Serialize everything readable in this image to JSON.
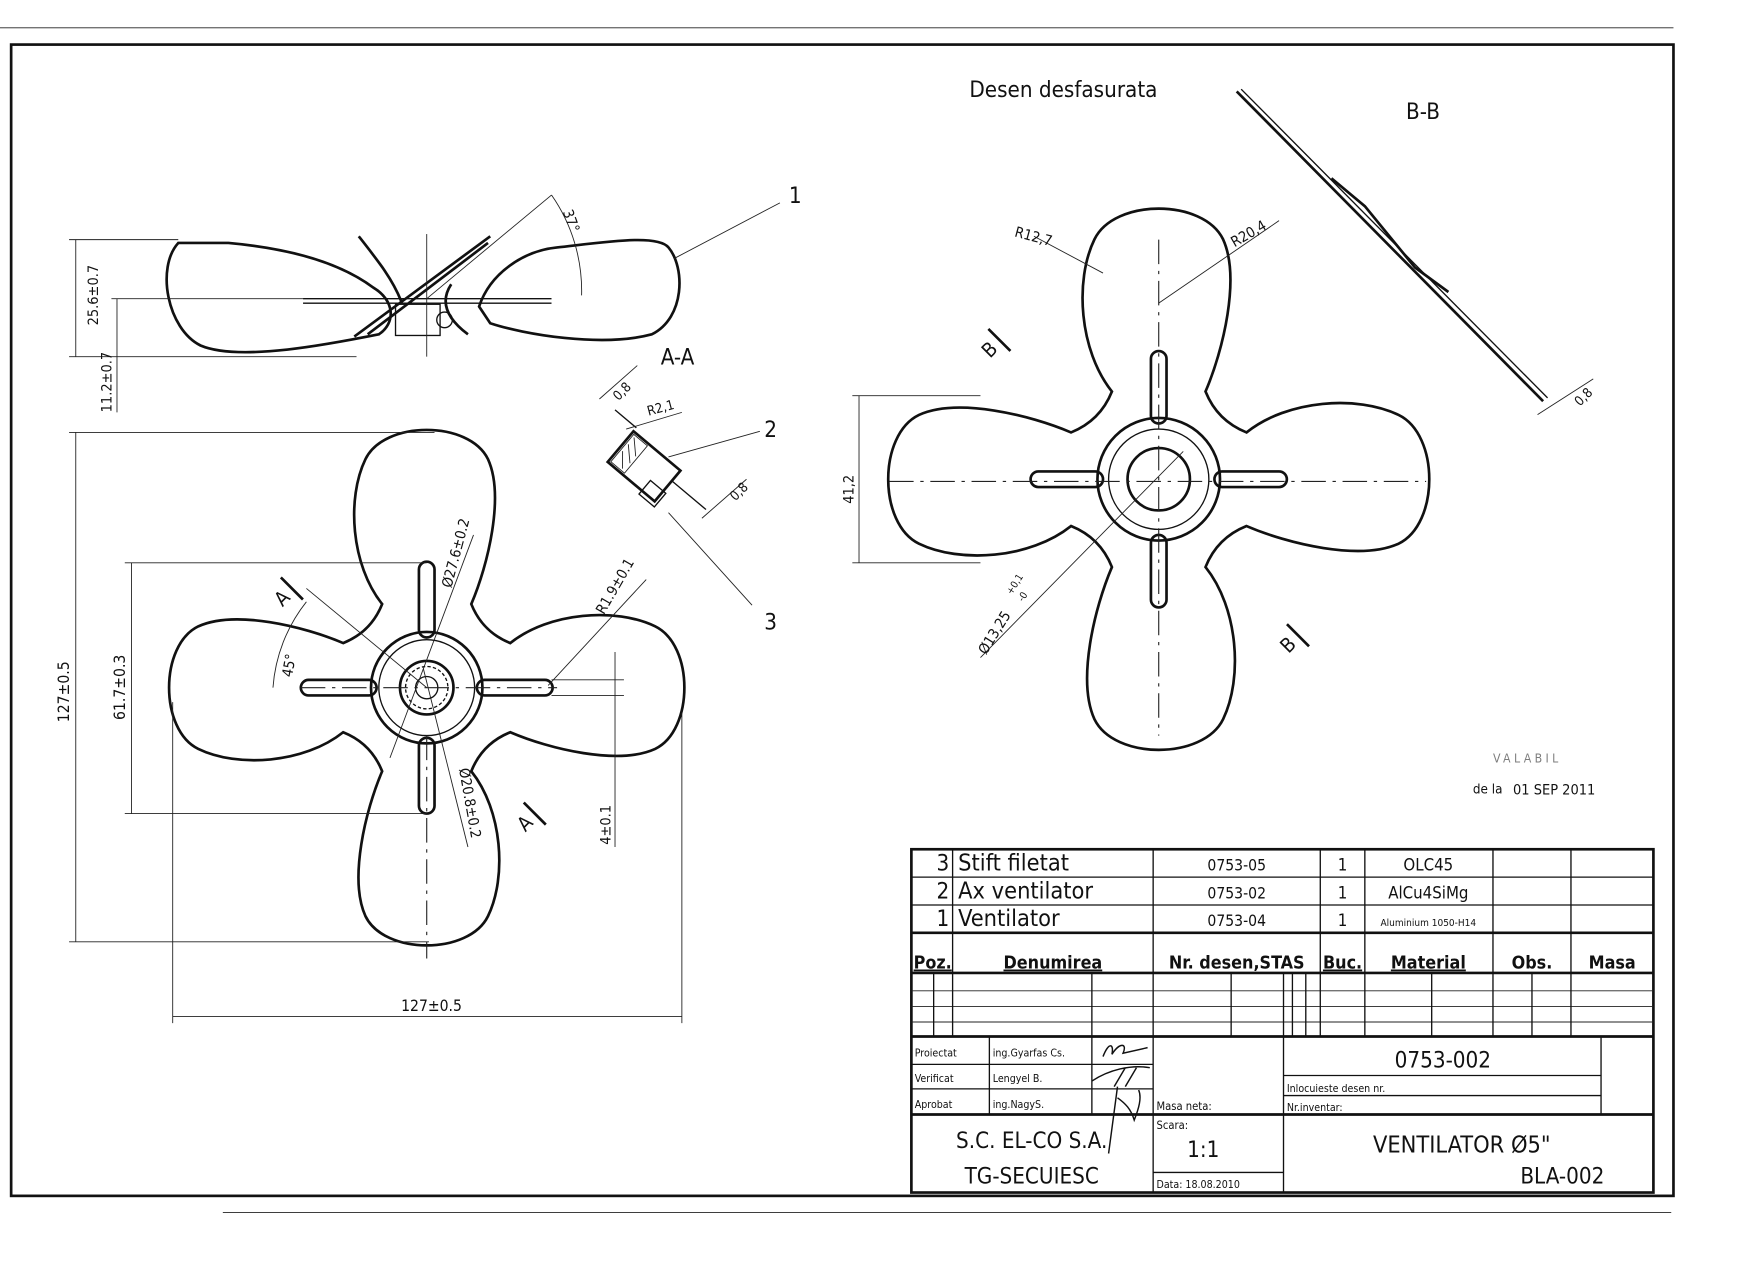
{
  "views": {
    "section_a": "A-A",
    "developed_view": "Desen desfasurata",
    "section_b": "B-B",
    "cut_a": "A",
    "cut_b": "B"
  },
  "callouts": [
    "1",
    "2",
    "3"
  ],
  "dimensions": {
    "height_total": "25.6±0.7",
    "hub_height": "11.2±0.7",
    "blade_angle": "37°",
    "thickness_1": "0,8",
    "radius_detail": "R2,1",
    "thickness_2": "0,8",
    "overall_height": "127±0.5",
    "spoke_span": "61.7±0.3",
    "overall_width": "127±0.5",
    "cut_angle": "45°",
    "ring_diameter": "Ø27.6±0.2",
    "inner_diameter": "Ø20.8±0.2",
    "spoke_radius": "R1.9±0.1",
    "spoke_width": "4±0.1",
    "radius_small": "R12,7",
    "radius_large": "R20,4",
    "flat_width": "41,2",
    "bore_diameter": "Ø13,25",
    "bore_tol_upper": "+0,1",
    "bore_tol_lower": "-0",
    "sheet_thickness": "0,8"
  },
  "stamp": {
    "word": "VALABIL",
    "prefix": "de la",
    "date": "01 SEP 2011"
  },
  "parts_list": {
    "headers": {
      "pos": "Poz.",
      "name": "Denumirea",
      "drawing": "Nr. desen,STAS",
      "qty": "Buc.",
      "material": "Material",
      "obs": "Obs.",
      "mass": "Masa"
    },
    "rows": [
      {
        "pos": "3",
        "name": "Stift filetat",
        "drawing": "0753-05",
        "qty": "1",
        "material": "OLC45"
      },
      {
        "pos": "2",
        "name": "Ax ventilator",
        "drawing": "0753-02",
        "qty": "1",
        "material": "AlCu4SiMg"
      },
      {
        "pos": "1",
        "name": "Ventilator",
        "drawing": "0753-04",
        "qty": "1",
        "material": "Aluminium 1050-H14"
      }
    ]
  },
  "title_block": {
    "roles": [
      {
        "role": "Proiectat",
        "person": "ing.Gyarfas Cs."
      },
      {
        "role": "Verificat",
        "person": "Lengyel B."
      },
      {
        "role": "Aprobat",
        "person": "ing.NagyS."
      }
    ],
    "drawing_number": "0753-002",
    "replaces_label": "Inlocuieste desen nr.",
    "inventory_label": "Nr.inventar:",
    "net_mass_label": "Masa neta:",
    "scale_label": "Scara:",
    "scale_value": "1:1",
    "date": "Data: 18.08.2010",
    "company_line1": "S.C. EL-CO S.A.",
    "company_line2": "TG-SECUIESC",
    "title": "VENTILATOR Ø5\"",
    "code": "BLA-002"
  }
}
